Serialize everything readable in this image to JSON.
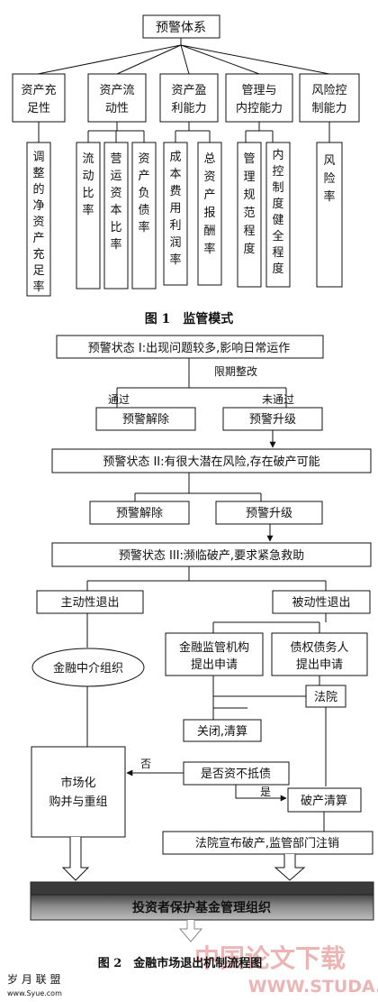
{
  "figure1": {
    "root": "预警体系",
    "categories": [
      {
        "label": "资产充足性",
        "lines": [
          "资产充",
          "足性"
        ],
        "indicators": [
          {
            "label": "调整的净资产充足率"
          }
        ]
      },
      {
        "label": "资产流动性",
        "lines": [
          "资产流",
          "动性"
        ],
        "indicators": [
          {
            "label": "流动比率"
          },
          {
            "label": "营运资本比率"
          },
          {
            "label": "资产负债率"
          }
        ]
      },
      {
        "label": "资产盈利能力",
        "lines": [
          "资产盈",
          "利能力"
        ],
        "indicators": [
          {
            "label": "成本费用利润率"
          },
          {
            "label": "总资产报酬率"
          }
        ]
      },
      {
        "label": "管理与内控能力",
        "lines": [
          "管理与",
          "内控能力"
        ],
        "indicators": [
          {
            "label": "管理规范程度"
          },
          {
            "label": "内控制度健全程度"
          }
        ]
      },
      {
        "label": "风险控制能力",
        "lines": [
          "风险控",
          "制能力"
        ],
        "indicators": [
          {
            "label": "风险率"
          }
        ]
      }
    ],
    "caption": "图 1　监管模式"
  },
  "figure2": {
    "state1": "预警状态 I:出现问题较多,影响日常运作",
    "rectify": "限期整改",
    "pass": "通过",
    "fail": "未通过",
    "release1": "预警解除",
    "upgrade1": "预警升级",
    "state2": "预警状态 II:有很大潜在风险,存在破产可能",
    "release2": "预警解除",
    "upgrade2": "预警升级",
    "state3": "预警状态 III:濒临破产,要求紧急救助",
    "active_exit": "主动性退出",
    "passive_exit": "被动性退出",
    "intermediary": "金融中介组织",
    "regulator_lines": [
      "金融监管机构",
      "提出申请"
    ],
    "creditor_lines": [
      "债权债务人",
      "提出申请"
    ],
    "court": "法院",
    "close": "关闭,清算",
    "market_lines": [
      "市场化",
      "购并与重组"
    ],
    "no": "否",
    "yes": "是",
    "insolvent": "是否资不抵债",
    "bankruptcy": "破产清算",
    "declare": "法院宣布破产,监管部门注销",
    "fund": "投资者保护基金管理组织",
    "caption": "图 2　金融市场退出机制流程图"
  },
  "watermark": {
    "cn": "中国论文下载",
    "url": "WWW.STUDA.",
    "site_top": "岁 月 联 盟",
    "site_bottom": "www.Syue.com"
  }
}
